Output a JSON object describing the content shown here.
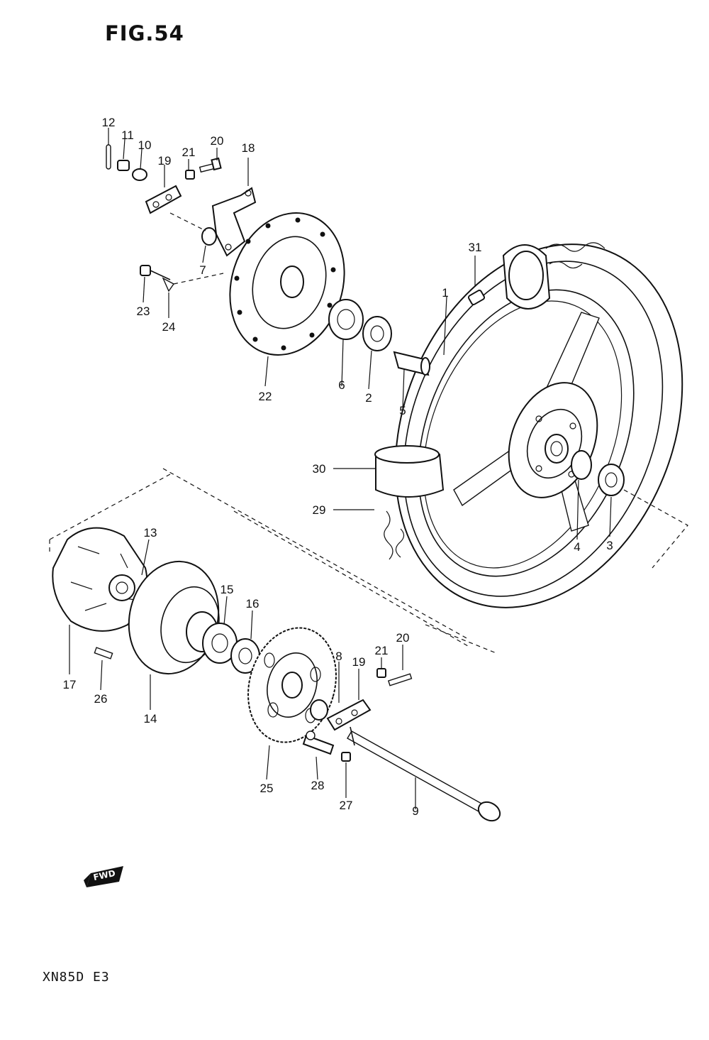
{
  "header": {
    "figure_label": "FIG.54"
  },
  "footer": {
    "model_code": "XN85D E3"
  },
  "fwd_badge": {
    "label": "FWD"
  },
  "callouts": [
    "1",
    "2",
    "3",
    "4",
    "5",
    "6",
    "7",
    "8",
    "9",
    "10",
    "11",
    "12",
    "13",
    "14",
    "15",
    "16",
    "17",
    "18",
    "19",
    "19",
    "20",
    "20",
    "21",
    "21",
    "22",
    "23",
    "24",
    "25",
    "26",
    "27",
    "28",
    "29",
    "30",
    "31"
  ]
}
